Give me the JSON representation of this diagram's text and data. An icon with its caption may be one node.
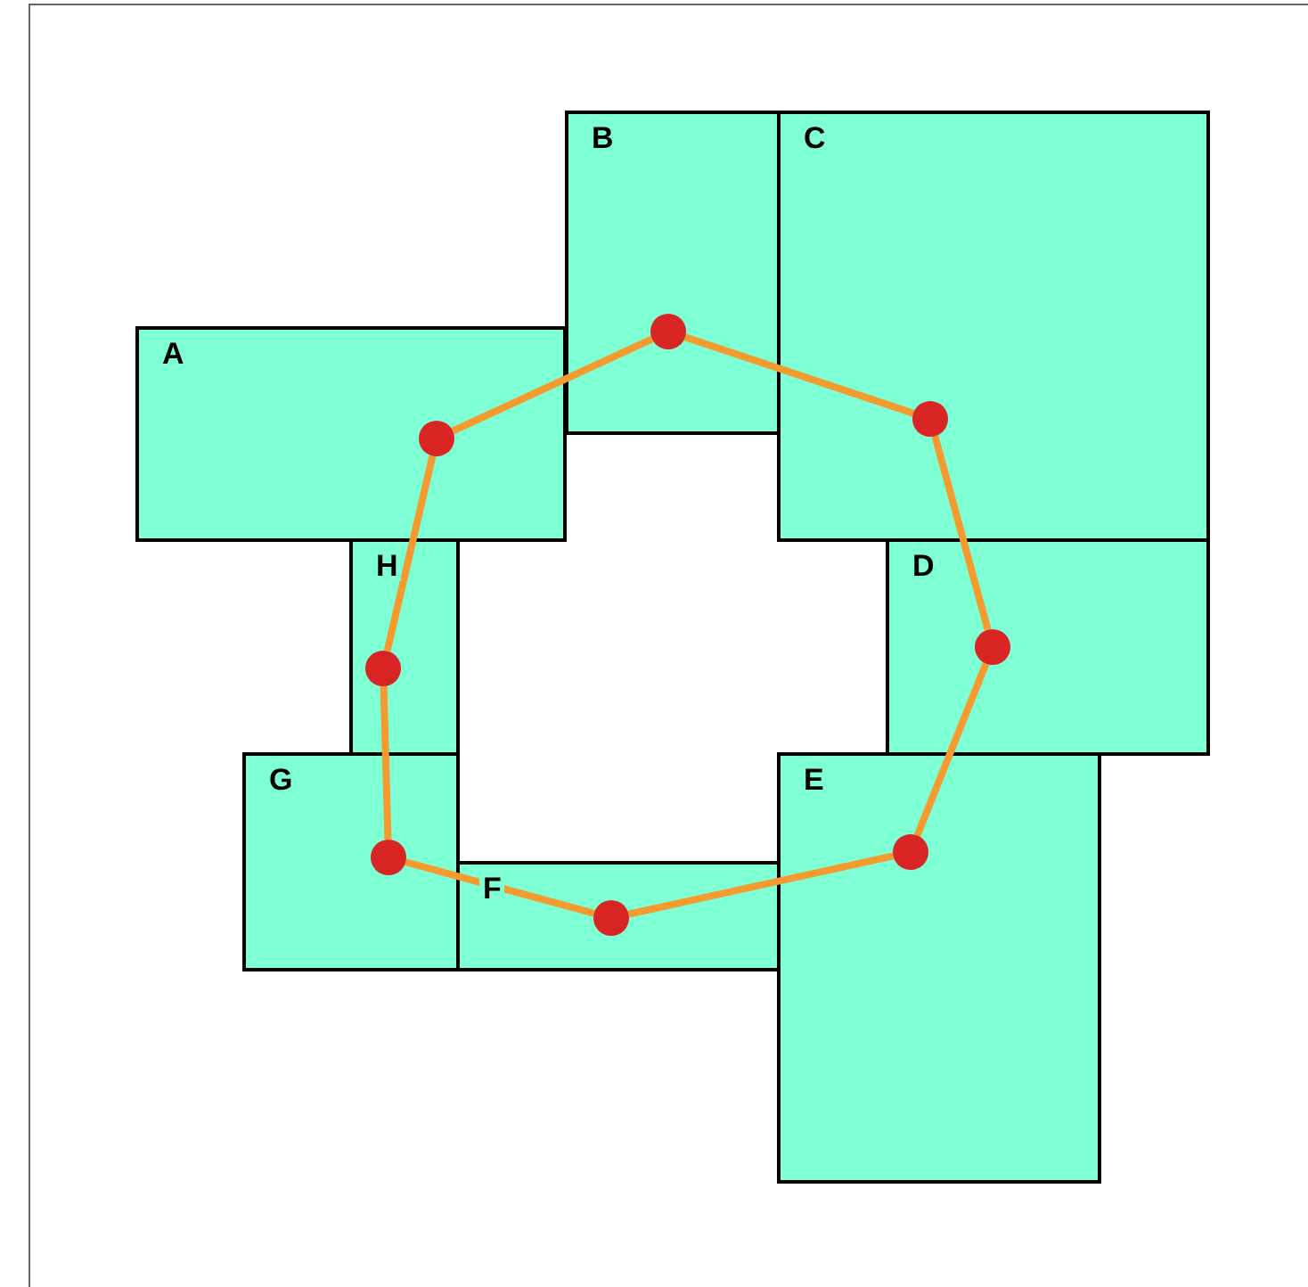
{
  "diagram": {
    "nodes": [
      {
        "text": [
          "A"
        ]
      },
      {
        "text": [
          "B"
        ]
      },
      {
        "text": [
          "C"
        ]
      },
      {
        "text": [
          "D"
        ]
      },
      {
        "text": [
          "E"
        ]
      },
      {
        "text": [
          "F"
        ]
      },
      {
        "text": [
          "G"
        ]
      },
      {
        "text": [
          "H"
        ]
      },
      {
        "text": [],
        "shape": "circle",
        "in": 0
      },
      {
        "text": [],
        "shape": "circle",
        "in": 1
      },
      {
        "text": [],
        "shape": "circle",
        "in": 2
      },
      {
        "text": [],
        "shape": "circle",
        "in": 3
      },
      {
        "text": [],
        "shape": "circle",
        "in": 4
      },
      {
        "text": [],
        "shape": "circle",
        "in": 5
      },
      {
        "text": [],
        "shape": "circle",
        "in": 6
      },
      {
        "text": [],
        "shape": "circle",
        "in": 7
      }
    ],
    "edges": [
      {
        "from": 8,
        "to": 9,
        "arrow": "none"
      },
      {
        "from": 9,
        "to": 10,
        "arrow": "none"
      },
      {
        "from": 10,
        "to": 11,
        "arrow": "none"
      },
      {
        "from": 11,
        "to": 12,
        "arrow": "none"
      },
      {
        "from": 12,
        "to": 13,
        "arrow": "none"
      },
      {
        "from": 13,
        "to": 14,
        "arrow": "none"
      },
      {
        "from": 14,
        "to": 15,
        "arrow": "none"
      },
      {
        "from": 15,
        "to": 8,
        "arrow": "none"
      }
    ]
  }
}
